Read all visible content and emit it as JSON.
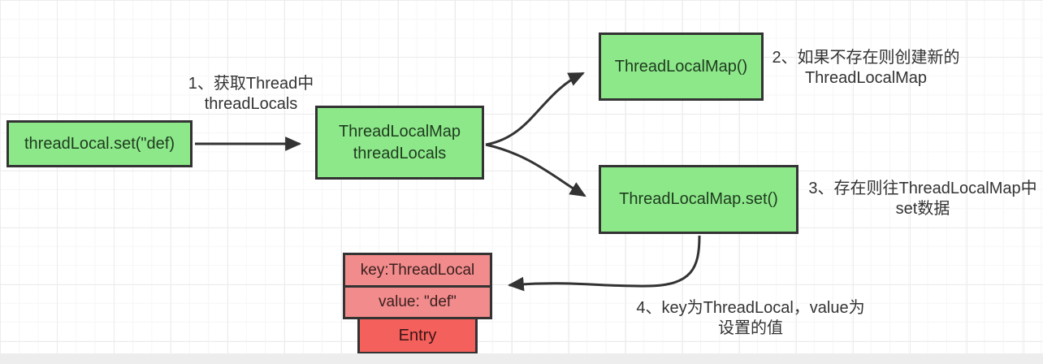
{
  "diagram": {
    "title": "ThreadLocal set flow diagram",
    "nodes": {
      "set_call": {
        "label": "threadLocal.set(\"def)"
      },
      "thread_locals_map": {
        "line1": "ThreadLocalMap",
        "line2": "threadLocals"
      },
      "map_constructor": {
        "label": "ThreadLocalMap()"
      },
      "map_set": {
        "label": "ThreadLocalMap.set()"
      },
      "entry_key": {
        "label": "key:ThreadLocal"
      },
      "entry_value": {
        "label": "value: \"def\""
      },
      "entry": {
        "label": "Entry"
      }
    },
    "annotations": {
      "step1": {
        "line1": "1、获取Thread中",
        "line2": "threadLocals"
      },
      "step2": {
        "line1": "2、如果不存在则创建新的",
        "line2": "ThreadLocalMap"
      },
      "step3": {
        "line1": "3、存在则往ThreadLocalMap中",
        "line2": "set数据"
      },
      "step4": {
        "line1": "4、key为ThreadLocal，value为",
        "line2": "设置的值"
      }
    },
    "colors": {
      "node_green": "#8de88a",
      "node_pink": "#f28b8b",
      "node_red": "#f4605c",
      "stroke": "#333333",
      "grid_line": "#ececec"
    }
  }
}
